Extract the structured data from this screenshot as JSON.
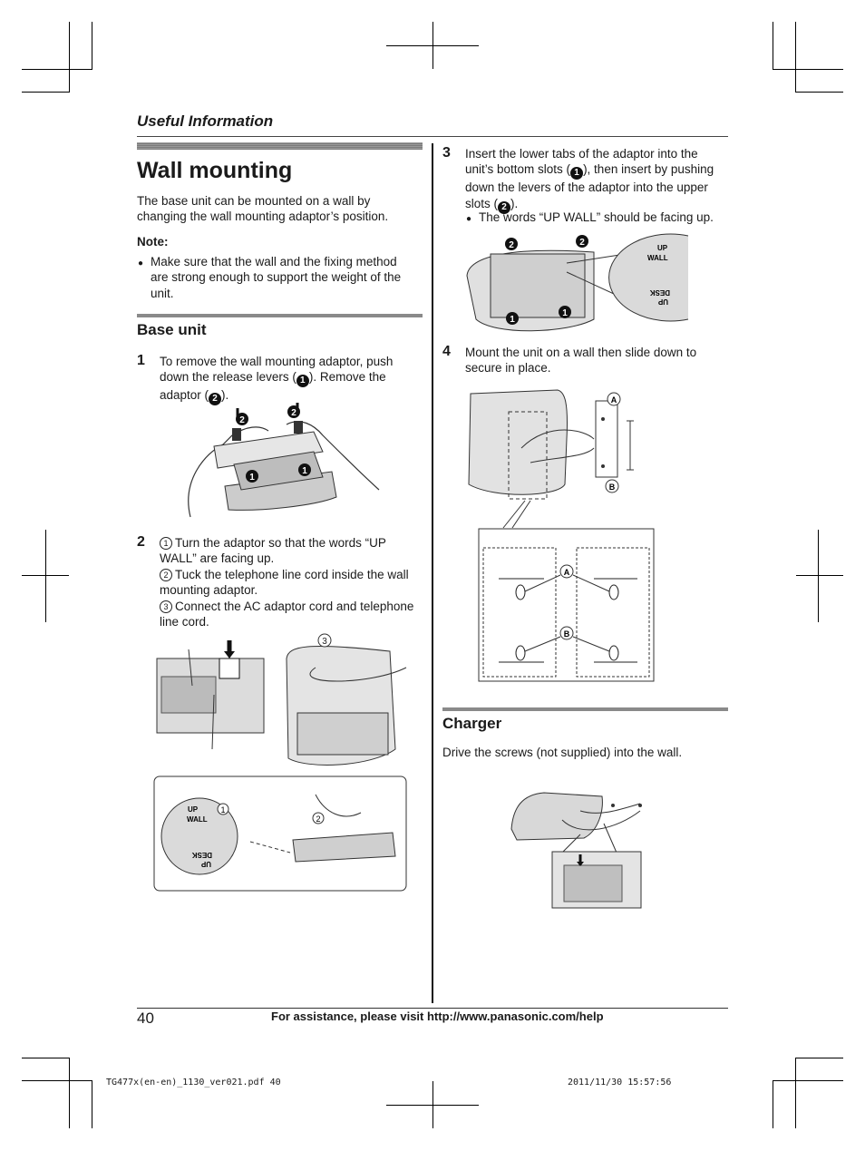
{
  "header": {
    "section": "Useful Information"
  },
  "wall_mounting": {
    "title": "Wall mounting",
    "intro": "The base unit can be mounted on a wall by changing the wall mounting adaptor’s position.",
    "note_label": "Note:",
    "note_text": "Make sure that the wall and the fixing method are strong enough to support the weight of the unit."
  },
  "base_unit": {
    "title": "Base unit",
    "step1": {
      "num": "1",
      "text_a": "To remove the wall mounting adaptor, push down the release levers (",
      "mark1": "1",
      "text_b": "). Remove the adaptor (",
      "mark2": "2",
      "text_c": ")."
    },
    "step2": {
      "num": "2",
      "items": [
        {
          "mark": "1",
          "text": "Turn the adaptor so that the words “UP WALL” are facing up."
        },
        {
          "mark": "2",
          "text": "Tuck the telephone line cord inside the wall mounting adaptor."
        },
        {
          "mark": "3",
          "text": "Connect the AC adaptor cord and telephone line cord."
        }
      ]
    }
  },
  "step3": {
    "num": "3",
    "text_a": "Insert the lower tabs of the adaptor into the unit’s bottom slots (",
    "mark1": "1",
    "text_b": "), then insert by pushing down the levers of the adaptor into the upper slots (",
    "mark2": "2",
    "text_c": ").",
    "bullet": "The words “UP WALL” should be facing up."
  },
  "step4": {
    "num": "4",
    "text": "Mount the unit on a wall then slide down to secure in place."
  },
  "charger": {
    "title": "Charger",
    "text": "Drive the screws (not supplied) into the wall."
  },
  "figures": {
    "callout_1": "1",
    "callout_2": "2",
    "callout_3": "3",
    "callout_A": "A",
    "callout_B": "B",
    "up_wall_line1": "UP",
    "up_wall_line2": "WALL",
    "up_desk_line1": "UP",
    "up_desk_line2": "DESK"
  },
  "footer": {
    "page_number": "40",
    "assistance": "For assistance, please visit http://www.panasonic.com/help",
    "print_file": "TG477x(en-en)_1130_ver021.pdf    40",
    "print_date": "2011/11/30   15:57:56"
  }
}
